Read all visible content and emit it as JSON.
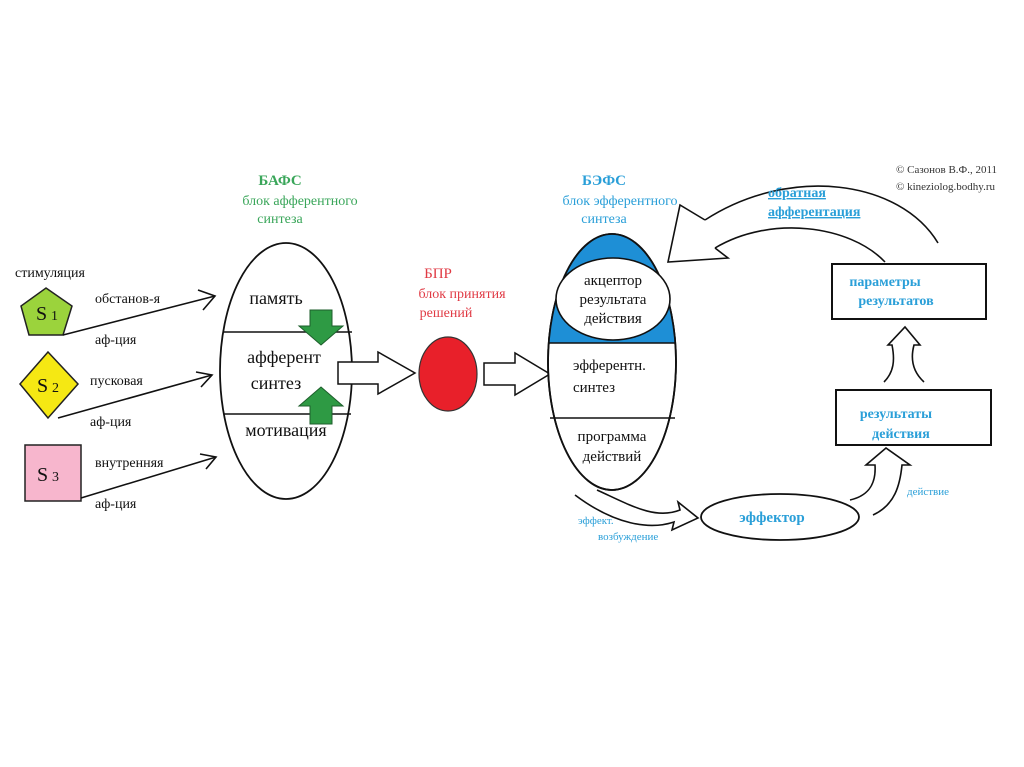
{
  "credits": {
    "line1": "© Сазонов В.Ф., 2011",
    "line2": "© kineziolog.bodhy.ru"
  },
  "stimuli": {
    "header": "стимуляция",
    "items": [
      {
        "id": "S1",
        "letter": "S",
        "sub": "1",
        "shape": "pentagon",
        "color": "#9bd33c",
        "label_top": "обстанов-я",
        "label_bottom": "аф-ция"
      },
      {
        "id": "S2",
        "letter": "S",
        "sub": "2",
        "shape": "diamond",
        "color": "#f5e813",
        "label_top": "пусковая",
        "label_bottom": "аф-ция"
      },
      {
        "id": "S3",
        "letter": "S",
        "sub": "3",
        "shape": "square",
        "color": "#f7b6cd",
        "label_top": "внутренняя",
        "label_bottom": "аф-ция"
      }
    ]
  },
  "bafs": {
    "abbr": "БАФС",
    "title_line1": "блок афферентного",
    "title_line2": "синтеза",
    "color": "#3aa65a",
    "sections": {
      "top": "память",
      "middle_line1": "афферент",
      "middle_line2": "синтез",
      "bottom": "мотивация"
    },
    "arrow_color": "#2e9a44"
  },
  "bpr": {
    "abbr": "БПР",
    "title_line1": "блок принятия",
    "title_line2": "решений",
    "color": "#e8202a",
    "label_color": "#e03a44"
  },
  "befs": {
    "abbr": "БЭФС",
    "title_line1": "блок эфферентного",
    "title_line2": "синтеза",
    "color": "#2a9fd8",
    "fill_color": "#1e8fd6",
    "sections": {
      "acceptor_line1": "акцептор",
      "acceptor_line2": "результата",
      "acceptor_line3": "действия",
      "middle_line1": "эфферентн.",
      "middle_line2": "синтез",
      "bottom_line1": "программа",
      "bottom_line2": "действий"
    }
  },
  "feedback": {
    "line1": "обратная",
    "line2": "афферентация"
  },
  "boxes": {
    "params_line1": "параметры",
    "params_line2": "результатов",
    "results_line1": "результаты",
    "results_line2": "действия"
  },
  "effector": {
    "label": "эффектор",
    "input_line1": "эффект.",
    "input_line2": "возбуждение",
    "output": "действие"
  }
}
